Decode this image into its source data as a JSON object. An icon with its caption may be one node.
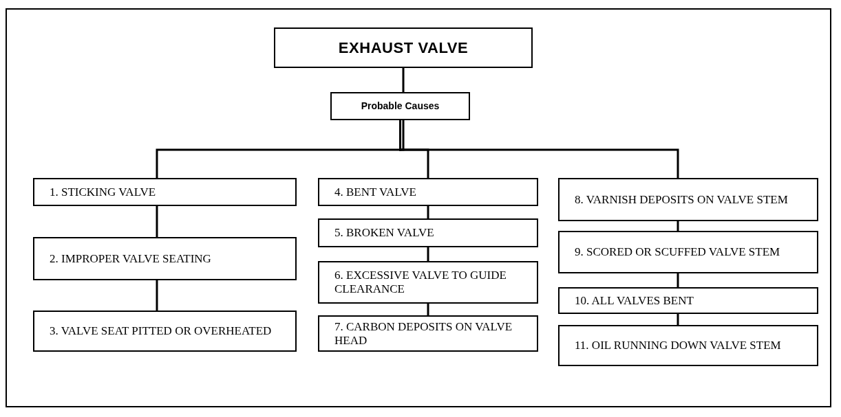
{
  "diagram": {
    "nodes": [
      {
        "text": [
          "EXHAUST VALVE"
        ]
      },
      {
        "text": [
          "Probable Causes"
        ]
      },
      {
        "text": [
          "1. STICKING VALVE"
        ]
      },
      {
        "text": [
          "2. IMPROPER VALVE SEATING"
        ]
      },
      {
        "text": [
          "3. VALVE SEAT PITTED OR OVERHEATED"
        ]
      },
      {
        "text": [
          "4. BENT VALVE"
        ]
      },
      {
        "text": [
          "5. BROKEN VALVE"
        ]
      },
      {
        "text": [
          "6. EXCESSIVE VALVE TO GUIDE CLEARANCE"
        ]
      },
      {
        "text": [
          "7. CARBON DEPOSITS ON VALVE HEAD"
        ]
      },
      {
        "text": [
          "8. VARNISH DEPOSITS ON VALVE STEM"
        ]
      },
      {
        "text": [
          "9. SCORED OR SCUFFED VALVE STEM"
        ]
      },
      {
        "text": [
          "10. ALL VALVES BENT"
        ]
      },
      {
        "text": [
          "11. OIL RUNNING DOWN VALVE STEM"
        ]
      }
    ],
    "edges": [
      {
        "from": 0,
        "to": 1,
        "arrow": "none"
      },
      {
        "from": 1,
        "to": 2,
        "arrow": "none"
      },
      {
        "from": 1,
        "to": 5,
        "arrow": "none"
      },
      {
        "from": 1,
        "to": 9,
        "arrow": "none"
      },
      {
        "from": 2,
        "to": 3,
        "arrow": "none"
      },
      {
        "from": 3,
        "to": 4,
        "arrow": "none"
      },
      {
        "from": 5,
        "to": 6,
        "arrow": "none"
      },
      {
        "from": 6,
        "to": 7,
        "arrow": "none"
      },
      {
        "from": 7,
        "to": 8,
        "arrow": "none"
      },
      {
        "from": 9,
        "to": 10,
        "arrow": "none"
      },
      {
        "from": 10,
        "to": 11,
        "arrow": "none"
      },
      {
        "from": 11,
        "to": 12,
        "arrow": "none"
      }
    ]
  }
}
